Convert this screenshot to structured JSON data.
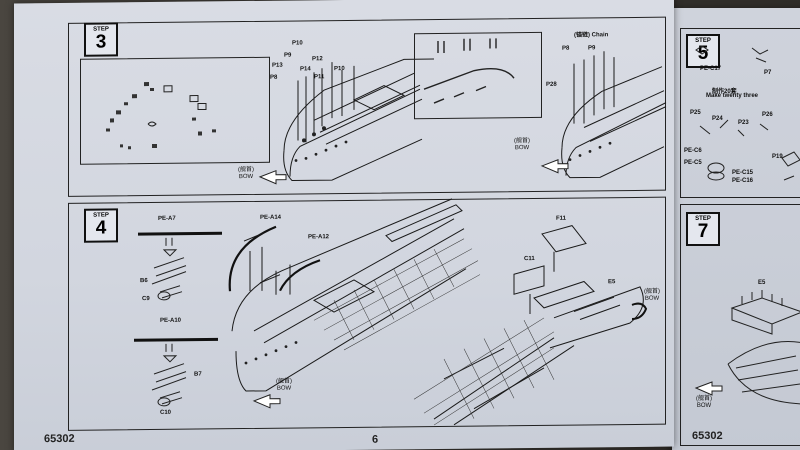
{
  "step_prefix": "STEP",
  "steps": {
    "s3": "3",
    "s4": "4",
    "s5": "5",
    "s7": "7"
  },
  "labels": {
    "p10": "P10",
    "p11": "P11",
    "p12": "P12",
    "p13": "P13",
    "p14": "P14",
    "p8": "P8",
    "p9": "P9",
    "p28": "P28",
    "chain": "(锚链) Chain",
    "pea7": "PE-A7",
    "b6": "B6",
    "c9": "C9",
    "pea10": "PE-A10",
    "b7": "B7",
    "c10": "C10",
    "pea14": "PE-A14",
    "pea12": "PE-A12",
    "f11": "F11",
    "c11": "C11",
    "e5": "E5",
    "pec17": "PE-C17",
    "p7": "P7",
    "make20_cn": "制作20套",
    "make20_en": "Make twenty three",
    "p25": "P25",
    "p24": "P24",
    "p23": "P23",
    "p26": "P26",
    "pec6": "PE-C6",
    "pec5": "PE-C5",
    "pec15": "PE-C15",
    "pec16": "PE-C16",
    "p19": "P19",
    "e5b": "E5"
  },
  "bow_cn": "(舰首)",
  "bow_en": "BOW",
  "footer": {
    "left": "65302",
    "page": "6",
    "right": "65302"
  }
}
